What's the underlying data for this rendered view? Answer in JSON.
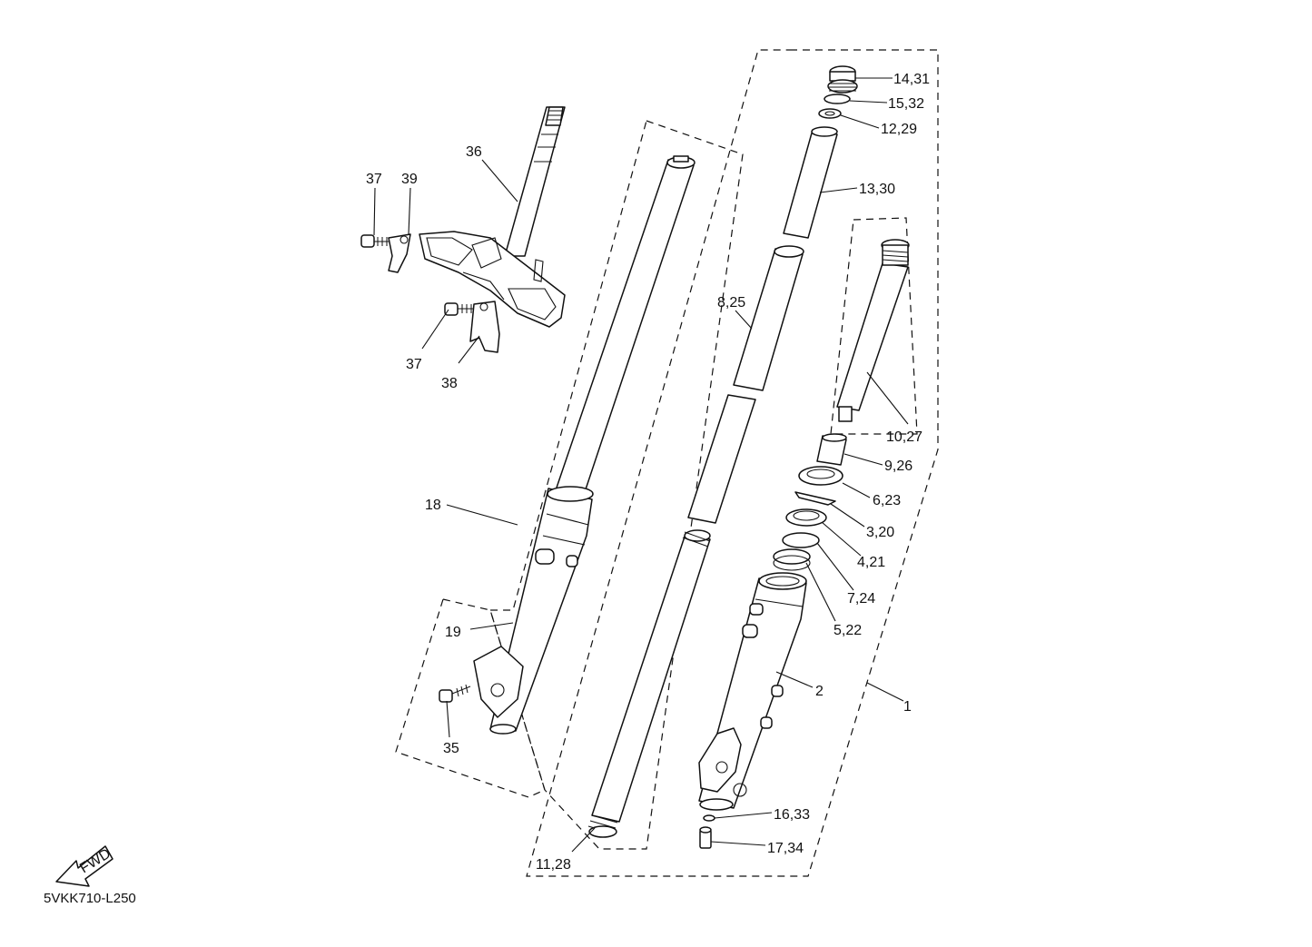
{
  "diagram_code": "5VKK710-L250",
  "fwd_label": "FWD",
  "colors": {
    "line": "#111111",
    "background": "#ffffff"
  },
  "labels": {
    "p14_31": "14,31",
    "p15_32": "15,32",
    "p12_29": "12,29",
    "p13_30": "13,30",
    "p36": "36",
    "p37_top": "37",
    "p39": "39",
    "p37_bottom": "37",
    "p38": "38",
    "p8_25": "8,25",
    "p10_27": "10,27",
    "p9_26": "9,26",
    "p6_23": "6,23",
    "p3_20": "3,20",
    "p4_21": "4,21",
    "p7_24": "7,24",
    "p5_22": "5,22",
    "p18": "18",
    "p19": "19",
    "p2": "2",
    "p1": "1",
    "p35": "35",
    "p16_33": "16,33",
    "p17_34": "17,34",
    "p11_28": "11,28"
  }
}
